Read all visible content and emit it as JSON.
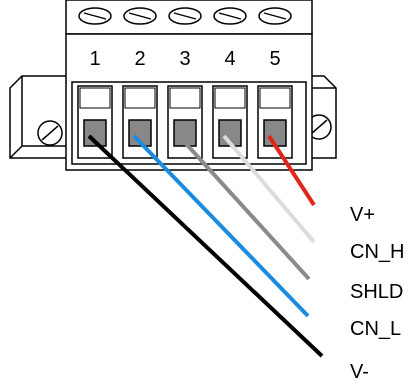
{
  "connector": {
    "pins": [
      {
        "number": "1",
        "wire_color": "#000000",
        "signal": "V-"
      },
      {
        "number": "2",
        "wire_color": "#1b8be0",
        "signal": "CN_L"
      },
      {
        "number": "3",
        "wire_color": "#8a8a8a",
        "signal": "SHLD"
      },
      {
        "number": "4",
        "wire_color": "#dcdcdc",
        "signal": "CN_H"
      },
      {
        "number": "5",
        "wire_color": "#e0261b",
        "signal": "V+"
      }
    ]
  },
  "labels": [
    "V+",
    "CN_H",
    "SHLD",
    "CN_L",
    "V-"
  ],
  "colors": {
    "outline": "#000000",
    "body": "#ffffff",
    "slot_fill": "#888888"
  }
}
